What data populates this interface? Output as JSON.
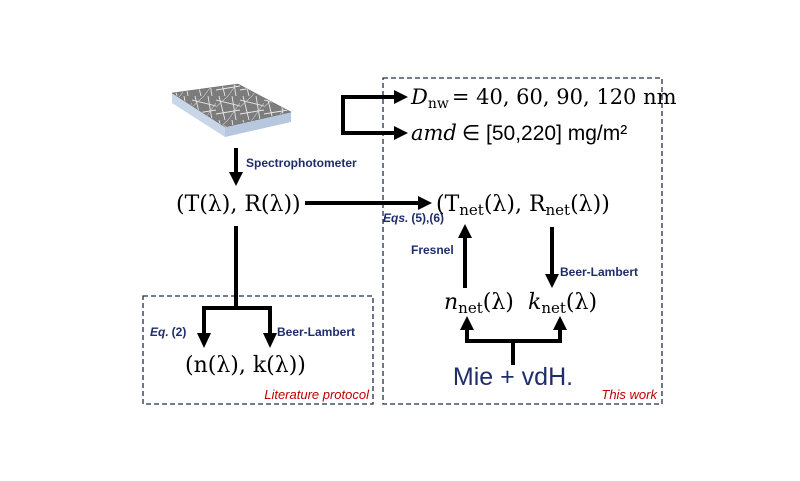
{
  "diagram": {
    "sample": {
      "name": "nanowire network sample"
    },
    "params": {
      "diameter_symbol": "D",
      "diameter_sub": "nw",
      "diameter_values": "= 40, 60, 90, 120 nm",
      "amd_symbol": "amd",
      "amd_range": "∈ [50,220] mg/m²"
    },
    "measurement": {
      "instrument_label": "Spectrophotometer",
      "output": "(T(λ), R(λ))"
    },
    "literature_protocol": {
      "title": "Literature protocol",
      "left_label_eq": "Eq.",
      "left_label_num": "(2)",
      "right_label": "Beer-Lambert",
      "result": "(n(λ), k(λ))"
    },
    "this_work": {
      "title": "This work",
      "net_output_prefix": "(T",
      "net_sub": "net",
      "net_output_mid": "(λ), R",
      "net_output_suffix": "(λ))",
      "eqs_label_eq": "Eqs.",
      "eqs_label_num": "(5),(6)",
      "fresnel_label": "Fresnel",
      "beer_lambert_label": "Beer-Lambert",
      "n_net": "n",
      "k_net": "k",
      "lambda_arg": "(λ)",
      "model": "Mie + vdH."
    },
    "colors": {
      "label_navy": "#1f2d6b",
      "note_red": "#c00000",
      "box_border": "#1f2d4d"
    }
  }
}
